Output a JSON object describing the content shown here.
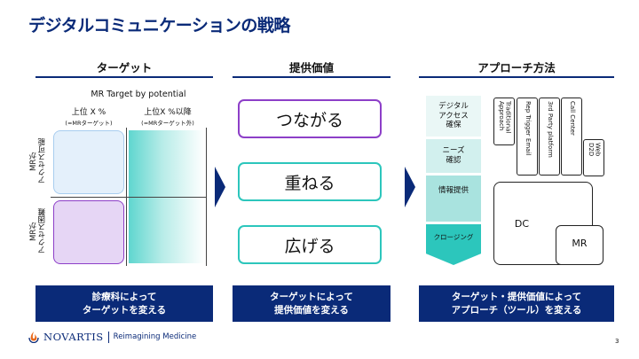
{
  "slide": {
    "title": "デジタルコミュニケーションの戦略",
    "page_number": "3"
  },
  "columns": {
    "target": {
      "heading": "ターゲット"
    },
    "value": {
      "heading": "提供価値"
    },
    "approach": {
      "heading": "アプローチ方法"
    }
  },
  "target_chart": {
    "title": "MR Target by potential",
    "col1_label": "上位 X %",
    "col1_note": "(=MRターゲット)",
    "col2_label": "上位X %以降",
    "col2_note": "(=MRターゲット外)",
    "row1_label": "MRが\nアクセス可能",
    "row2_label": "MRが\nアクセス困難"
  },
  "value_pills": [
    "つながる",
    "重ねる",
    "広げる"
  ],
  "sequence_steps": [
    "デジタル\nアクセス\n確保",
    "ニーズ\n確認",
    "情報提供",
    "クロージング"
  ],
  "channels": [
    "Traditional\nApproach",
    "Rep Trigger Email",
    "3rd Party platform",
    "Call Center",
    "Web\nD2D"
  ],
  "dc_label": "DC",
  "mr_label": "MR",
  "banners": {
    "target": {
      "line1": "診療科によって",
      "line2": "ターゲットを変える"
    },
    "value": {
      "line1": "ターゲットによって",
      "line2": "提供価値を変える"
    },
    "approach": {
      "line1": "ターゲット・提供価値によって",
      "line2": "アプローチ（ツール）を変える"
    }
  },
  "footer": {
    "logo_text": "NOVARTIS",
    "tagline": "Reimagining Medicine"
  },
  "colors": {
    "brand_navy": "#0a2a78",
    "purple": "#8d3fc8",
    "teal": "#2cc6bc",
    "light_blue": "#e4f0fb"
  }
}
